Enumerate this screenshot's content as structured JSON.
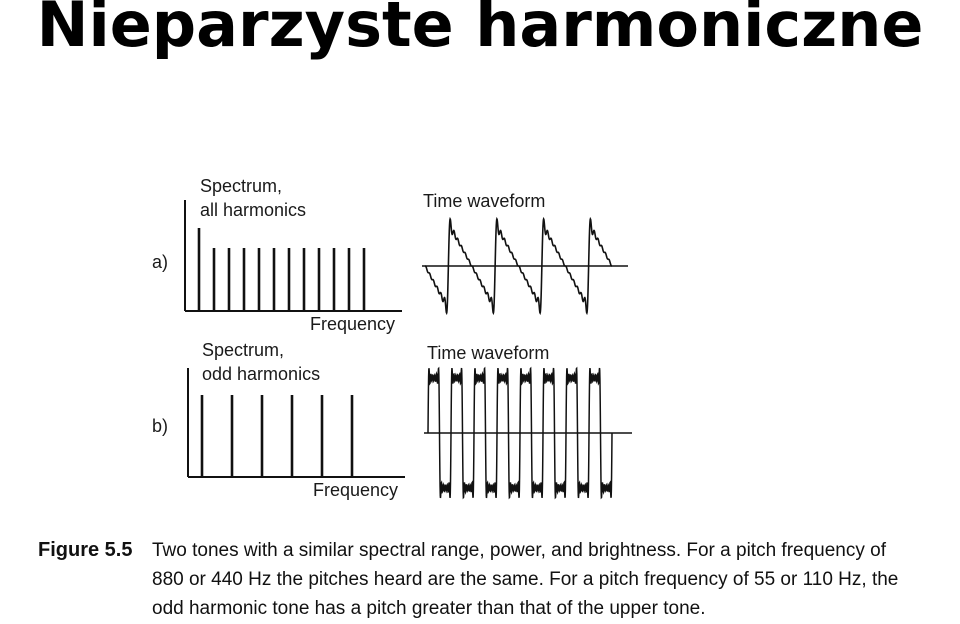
{
  "title": "Nieparzyste harmoniczne",
  "figure": {
    "panels": [
      {
        "label": "a)",
        "spectrum_title": [
          "Spectrum,",
          "all harmonics"
        ],
        "spectrum_xlabel": "Frequency",
        "waveform_title": "Time waveform",
        "harmonics": [
          1,
          2,
          3,
          4,
          5,
          6,
          7,
          8,
          9,
          10,
          11,
          12
        ],
        "periods": 4
      },
      {
        "label": "b)",
        "spectrum_title": [
          "Spectrum,",
          "odd harmonics"
        ],
        "spectrum_xlabel": "Frequency",
        "waveform_title": "Time waveform",
        "harmonics": [
          1,
          3,
          5,
          7,
          9,
          11
        ],
        "periods": 8
      }
    ]
  },
  "caption": {
    "label": "Figure 5.5",
    "lines": [
      "Two tones with a similar spectral range, power, and brightness. For a pitch frequency of",
      "880 or 440 Hz the pitches heard are the same. For a pitch frequency of 55 or 110 Hz, the",
      "odd harmonic tone has a pitch greater than that of the upper tone."
    ]
  }
}
